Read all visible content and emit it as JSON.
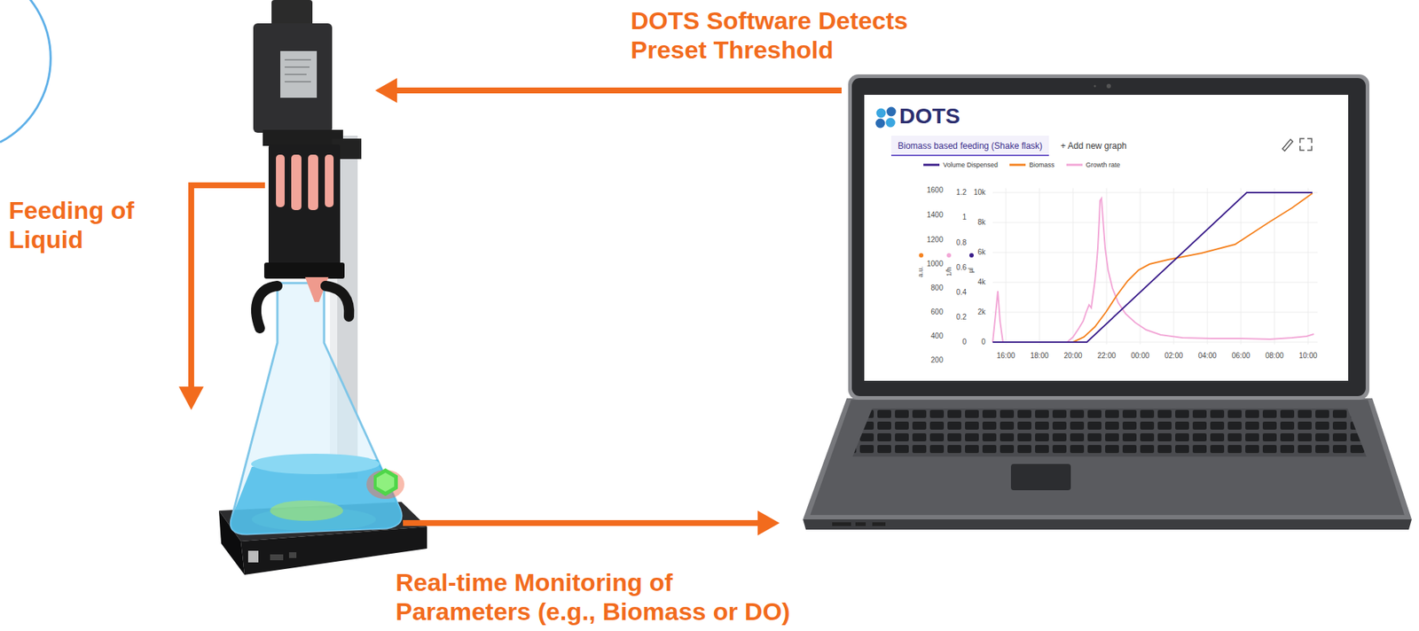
{
  "diagram": {
    "nodes": [
      {
        "text": [
          "DOTS"
        ]
      },
      {
        "text": [
          "Biomass based feeding (Shake flask)"
        ],
        "in": 0
      }
    ],
    "labels": [
      "DOTS Software Detects Preset Threshold",
      "Feeding of Liquid",
      "Real-time Monitoring of Parameters (e.g., Biomass or DO)",
      "+ Add new graph",
      "1600",
      "1400",
      "1200",
      "1000",
      "800",
      "600",
      "400",
      "200",
      "1.2",
      "1",
      "0.8",
      "0.6",
      "0.4",
      "0.2",
      "0",
      "10k",
      "8k",
      "6k",
      "4k",
      "2k",
      "0",
      "a.u.",
      "1/h",
      "µl",
      "16:00",
      "18:00",
      "20:00",
      "22:00",
      "00:00",
      "02:00",
      "04:00",
      "06:00",
      "08:00",
      "10:00"
    ],
    "legend": [
      {
        "text": "Volume Dispensed"
      },
      {
        "text": "Biomass"
      },
      {
        "text": "Growth rate"
      }
    ]
  }
}
